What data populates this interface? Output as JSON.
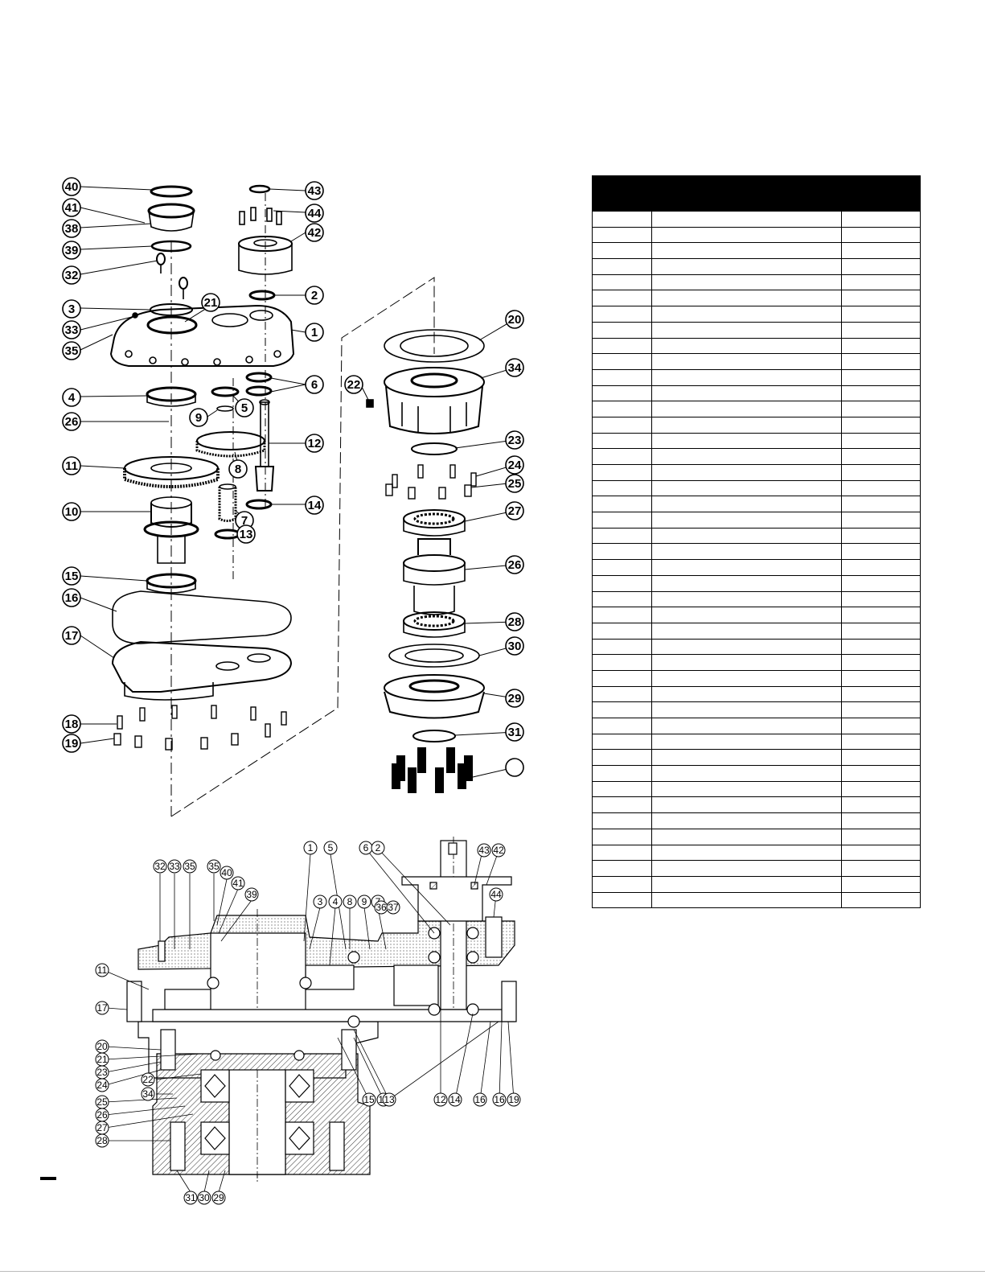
{
  "exploded_callouts": [
    "40",
    "41",
    "38",
    "39",
    "32",
    "3",
    "33",
    "35",
    "21",
    "1",
    "43",
    "44",
    "42",
    "2",
    "4",
    "26",
    "6",
    "5",
    "9",
    "12",
    "11",
    "8",
    "10",
    "7",
    "14",
    "13",
    "15",
    "16",
    "17",
    "18",
    "19",
    "20",
    "34",
    "22",
    "23",
    "24",
    "25",
    "27",
    "28",
    "30",
    "29",
    "31"
  ],
  "section_callouts": [
    "32",
    "33",
    "35",
    "35",
    "40",
    "41",
    "39",
    "1",
    "5",
    "3",
    "4",
    "8",
    "9",
    "7",
    "36",
    "37",
    "6",
    "2",
    "43",
    "42",
    "44",
    "11",
    "17",
    "20",
    "21",
    "23",
    "24",
    "22",
    "34",
    "25",
    "26",
    "27",
    "28",
    "31",
    "30",
    "29",
    "15",
    "10",
    "13",
    "12",
    "14",
    "16",
    "16",
    "19"
  ],
  "parts_table": {
    "header": [
      "",
      "",
      ""
    ],
    "row_count": 44
  }
}
